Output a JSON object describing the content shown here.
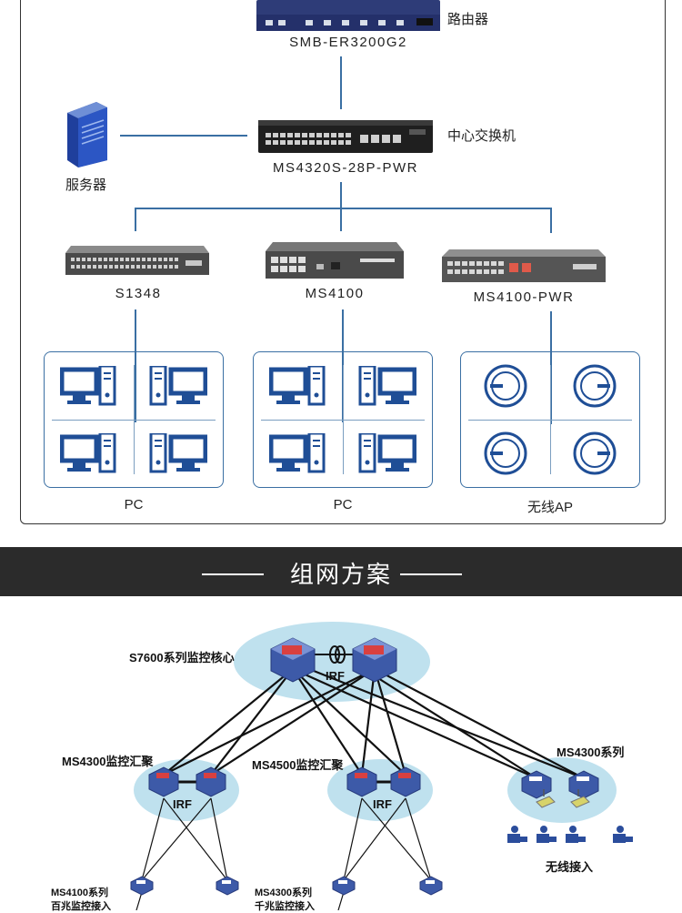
{
  "topology": {
    "router": {
      "label": "路由器",
      "model": "SMB-ER3200G2"
    },
    "core_switch": {
      "label": "中心交换机",
      "model": "MS4320S-28P-PWR"
    },
    "server": {
      "label": "服务器"
    },
    "access": [
      {
        "model": "S1348",
        "group_label": "PC",
        "endpoint": "pc-icon"
      },
      {
        "model": "MS4100",
        "group_label": "PC",
        "endpoint": "pc-icon"
      },
      {
        "model": "MS4100-PWR",
        "group_label": "无线AP",
        "endpoint": "ap-icon"
      }
    ]
  },
  "banner": {
    "title": "组网方案"
  },
  "scheme": {
    "core": {
      "label": "S7600系列监控核心",
      "irf": "IRF"
    },
    "agg_left": {
      "label": "MS4300监控汇聚",
      "irf": "IRF"
    },
    "agg_mid": {
      "label": "MS4500监控汇聚",
      "irf": "IRF"
    },
    "agg_right": {
      "label": "MS4300系列"
    },
    "wireless": {
      "label": "无线接入"
    },
    "access_left": {
      "line1": "MS4100系列",
      "line2": "百兆监控接入"
    },
    "access_mid": {
      "line1": "MS4300系列",
      "line2": "千兆监控接入"
    }
  },
  "colors": {
    "accent": "#3a6fa3",
    "banner_bg": "#2b2b2b",
    "halo": "#bfe1ee",
    "switch_blue": "#3d5aa8"
  }
}
